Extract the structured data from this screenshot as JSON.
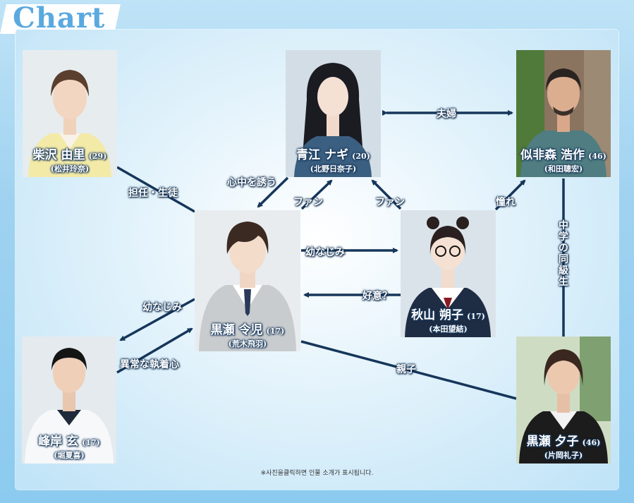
{
  "header": {
    "title": "Chart"
  },
  "colors": {
    "line": "#16365a",
    "accent": "#5aa9e0"
  },
  "characters": {
    "shibasawa": {
      "name": "柴沢 由里",
      "age": "(29)",
      "actor": "(松井玲奈)"
    },
    "aoe": {
      "name": "青江 ナギ",
      "age": "(20)",
      "actor": "(北野日奈子)"
    },
    "nihimori": {
      "name": "似非森 浩作",
      "age": "(46)",
      "actor": "(和田聰宏)"
    },
    "kurose_reiji": {
      "name": "黒瀬 令児",
      "age": "(17)",
      "actor": "(荒木飛羽)"
    },
    "akiyama": {
      "name": "秋山 朔子",
      "age": "(17)",
      "actor": "(本田望結)"
    },
    "minegishi": {
      "name": "峰岸 玄",
      "age": "(17)",
      "actor": "(堀夏喜)"
    },
    "kurose_yuko": {
      "name": "黒瀬 夕子",
      "age": "(46)",
      "actor": "(片岡礼子)"
    }
  },
  "relations": {
    "fufu": "夫婦",
    "tannin": "担任・生徒",
    "shinju": "心中を誘う",
    "fan1": "ファン",
    "fan2": "ファン",
    "akogare": "憧れ",
    "chugaku": "中学の同級生",
    "osananajimi1": "幼なじみ",
    "koui": "好意？",
    "osananajimi2": "幼なじみ",
    "ijou": "異常な執着心",
    "oyako": "親子"
  },
  "note": "※사진을클릭하면 인물 소개가 표시됩니다."
}
